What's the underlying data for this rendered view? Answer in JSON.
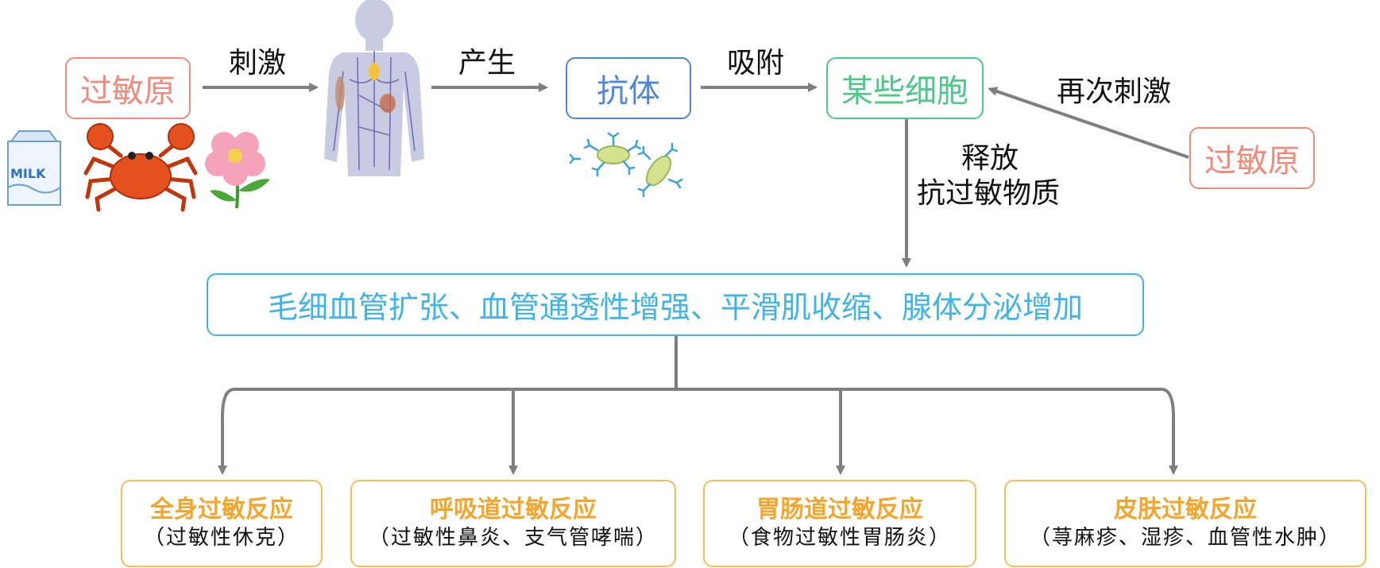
{
  "nodes": {
    "allergen_first": "过敏原",
    "antibody": "抗体",
    "cells": "某些细胞",
    "allergen_second": "过敏原",
    "effects": "毛细血管扩张、血管通透性增强、平滑肌收缩、腺体分泌增加"
  },
  "edge_labels": {
    "stimulate": "刺激",
    "produce": "产生",
    "adsorb": "吸附",
    "stimulate_again": "再次刺激",
    "release_line1": "释放",
    "release_line2": "抗过敏物质"
  },
  "milk_text": "MILK",
  "outcomes": [
    {
      "title": "全身过敏反应",
      "detail": "（过敏性休克）"
    },
    {
      "title": "呼吸道过敏反应",
      "detail": "（过敏性鼻炎、支气管哮喘）"
    },
    {
      "title": "胃肠道过敏反应",
      "detail": "（食物过敏性胃肠炎）"
    },
    {
      "title": "皮肤过敏反应",
      "detail": "（荨麻疹、湿疹、血管性水肿）"
    }
  ],
  "colors": {
    "allergen": "#f08a7a",
    "antibody": "#4f86d6",
    "cells": "#4cc98a",
    "effects": "#40b4e6",
    "outcome_border": "#f6bd5e",
    "outcome_title": "#f4a52c",
    "arrow": "#7f7f7f"
  }
}
